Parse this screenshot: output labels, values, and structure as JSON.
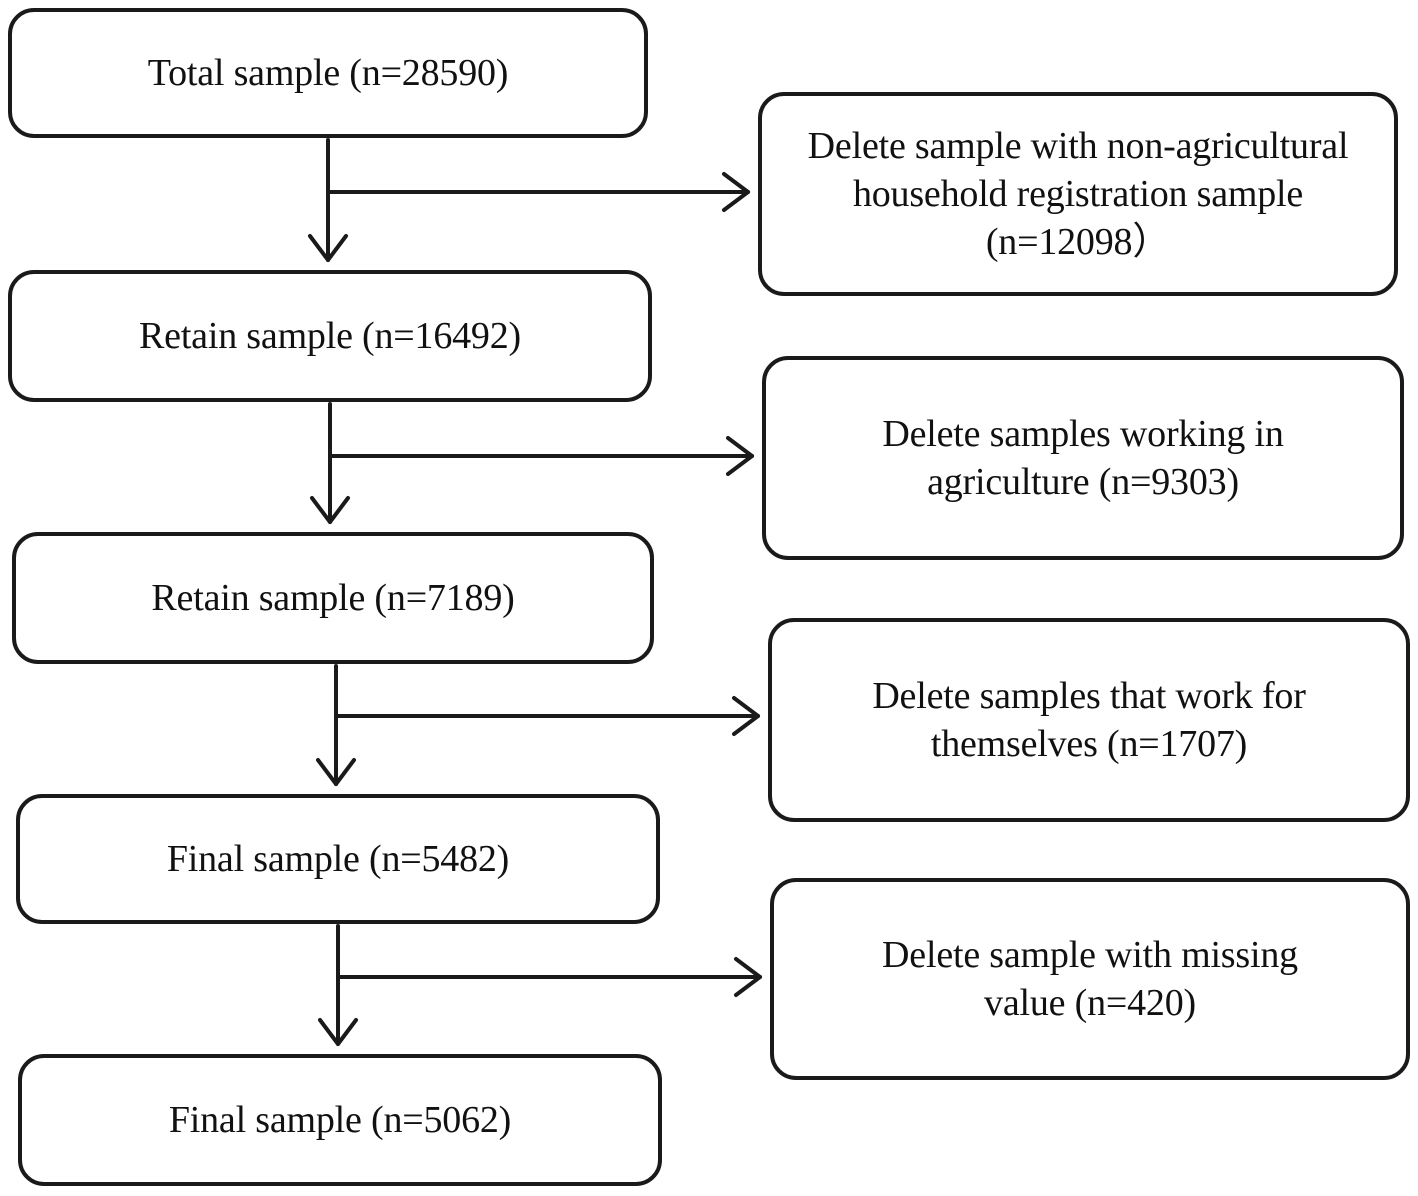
{
  "main_steps": [
    {
      "label": "Total sample (n=28590)"
    },
    {
      "label": "Retain sample (n=16492)"
    },
    {
      "label": "Retain sample (n=7189)"
    },
    {
      "label": "Final sample (n=5482)"
    },
    {
      "label": "Final sample (n=5062)"
    }
  ],
  "exclusions": [
    {
      "lines": [
        "Delete sample with non-agricultural",
        "household registration sample",
        "(n=12098）"
      ]
    },
    {
      "lines": [
        "Delete samples working in",
        "agriculture (n=9303)"
      ]
    },
    {
      "lines": [
        "Delete samples that work for",
        "themselves (n=1707)"
      ]
    },
    {
      "lines": [
        "Delete sample with missing",
        "value (n=420)"
      ]
    }
  ],
  "colors": {
    "stroke": "#1a1a1a",
    "background": "#ffffff"
  }
}
